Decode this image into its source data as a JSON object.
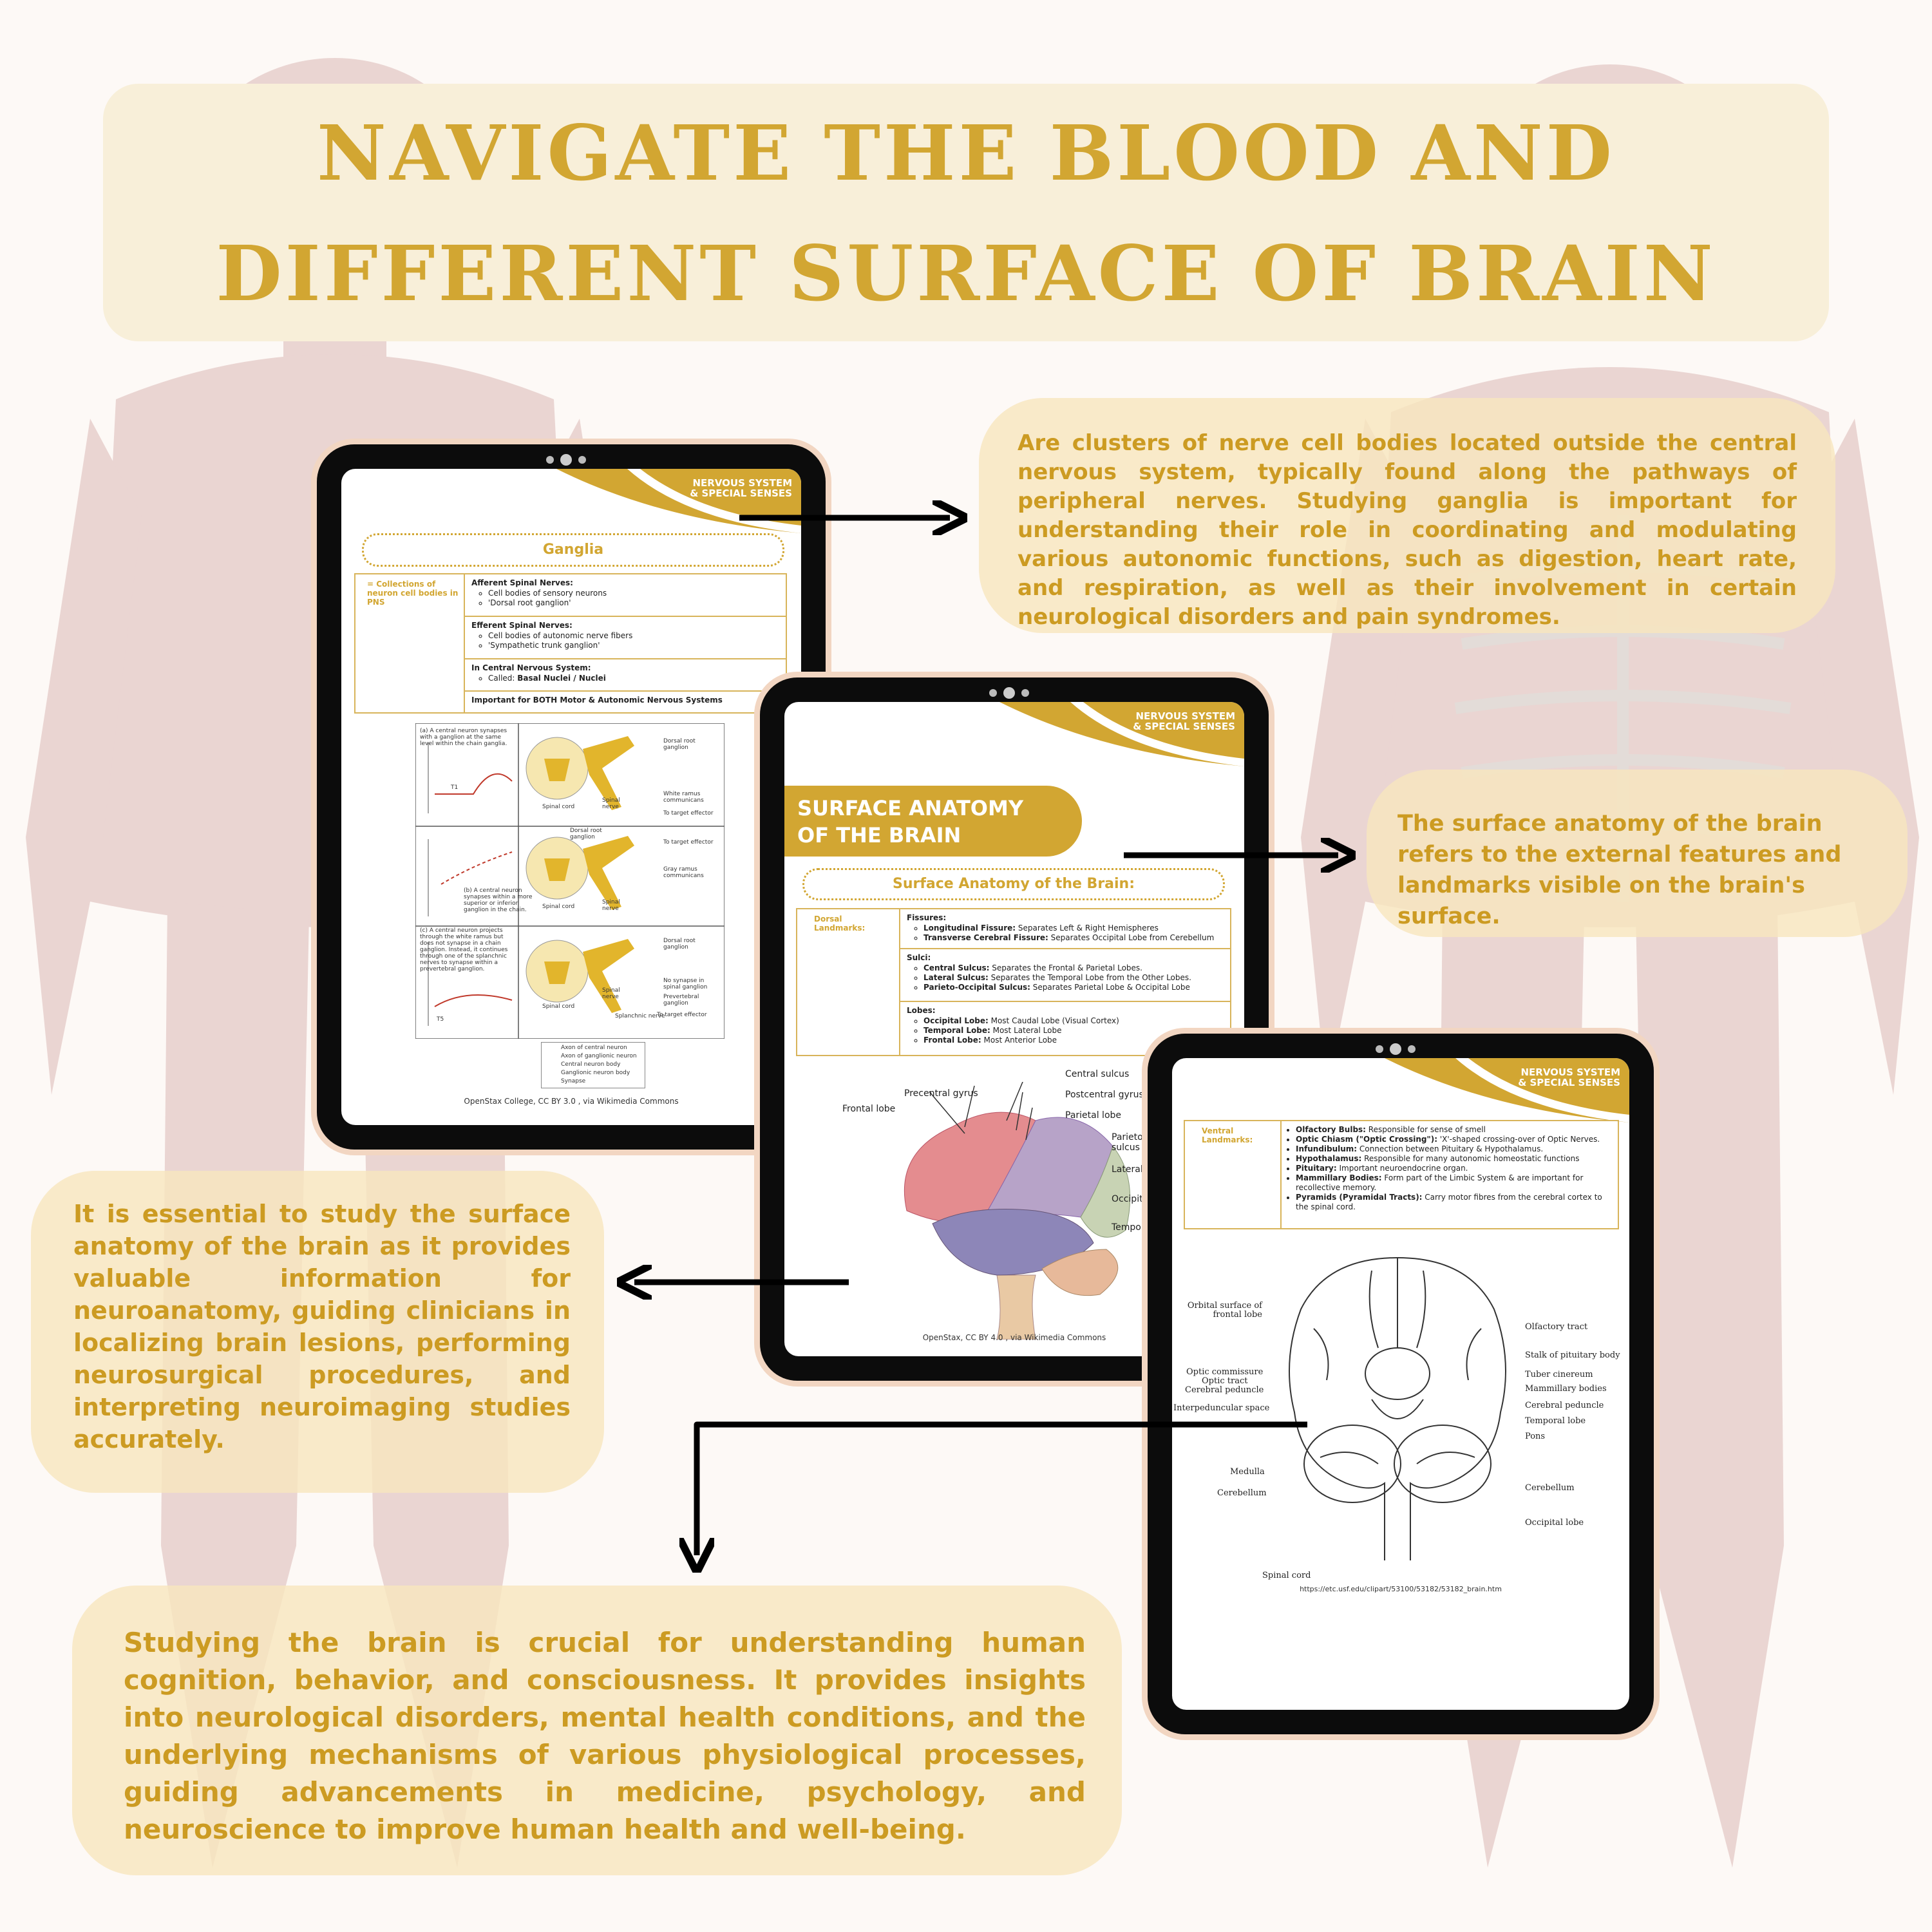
{
  "colors": {
    "gold": "#d2a632",
    "bubble": "#f7e6be",
    "title_bg": "#f8efd9",
    "tablet_frame": "#0c0c0c"
  },
  "title": {
    "line1": "NAVIGATE THE BLOOD AND",
    "line2": "DIFFERENT SURFACE OF BRAIN"
  },
  "bubbles": {
    "ganglia": "Are clusters of nerve cell bodies located outside the central nervous system, typically found along the pathways of peripheral nerves. Studying ganglia is important for understanding their role in coordinating and modulating various autonomic functions, such as digestion, heart rate, and respiration, as well as their involvement in certain neurological disorders and pain syndromes.",
    "surface": "The surface anatomy of the brain refers to the external features and landmarks visible on the brain's surface.",
    "essential": "It is essential to study the surface anatomy of the brain as it provides valuable information for neuroanatomy, guiding clinicians in localizing brain lesions, performing neurosurgical procedures, and interpreting neuroimaging studies accurately.",
    "studying": "Studying the brain is crucial for understanding human cognition, behavior, and consciousness. It provides insights into neurological disorders, mental health conditions, and the underlying mechanisms of various physiological processes, guiding advancements in medicine, psychology, and neuroscience to improve human health and well-being."
  },
  "tablet1": {
    "corner": "NERVOUS SYSTEM\n& SPECIAL SENSES",
    "heading": "Ganglia",
    "left": "= Collections of neuron cell bodies in PNS",
    "row1_title": "Afferent Spinal Nerves:",
    "row1_items": [
      "Cell bodies of sensory neurons",
      "'Dorsal root ganglion'"
    ],
    "row2_title": "Efferent Spinal Nerves:",
    "row2_items": [
      "Cell bodies of autonomic nerve fibers",
      "'Sympathetic trunk ganglion'"
    ],
    "row3_title": "In Central Nervous System:",
    "row3_called": "Called: ",
    "row3_bold": "Basal Nuclei / Nuclei",
    "row4": "Important for BOTH Motor & Autonomic Nervous Systems",
    "diag": {
      "a": "(a) A central neuron synapses with a ganglion at the same level within the chain ganglia.",
      "b": "(b) A central neuron synapses within a more superior or inferior ganglion in the chain.",
      "c": "(c) A central neuron projects through the white ramus but does not synapse in a chain ganglion. Instead, it continues through one of the splanchnic nerves to synapse within a prevertebral ganglion.",
      "dorsal_root": "Dorsal root ganglion",
      "spinal_cord": "Spinal cord",
      "spinal_nerve": "Spinal nerve",
      "white_ramus": "White ramus communicans",
      "to_target": "To target effector",
      "gray_ramus": "Gray ramus communicans",
      "no_synapse": "No synapse in spinal ganglion",
      "prevertebral": "Prevertebral ganglion",
      "splanchnic": "Splanchnic nerve",
      "t1": "T1",
      "t5": "T5",
      "legend": [
        "Axon of central neuron",
        "Axon of ganglionic neuron",
        "Central neuron body",
        "Ganglionic neuron body",
        "Synapse"
      ]
    },
    "credit": "OpenStax College, CC BY 3.0 , via Wikimedia Commons"
  },
  "tablet2": {
    "corner": "NERVOUS SYSTEM\n& SPECIAL SENSES",
    "banner1": "SURFACE ANATOMY",
    "banner2": "OF THE BRAIN",
    "heading": "Surface Anatomy of the Brain:",
    "left": "Dorsal Landmarks:",
    "fissures_title": "Fissures:",
    "fissures": [
      {
        "b": "Longitudinal Fissure:",
        "t": " Separates Left & Right Hemispheres"
      },
      {
        "b": "Transverse Cerebral Fissure:",
        "t": " Separates Occipital Lobe from Cerebellum"
      }
    ],
    "sulci_title": "Sulci:",
    "sulci": [
      {
        "b": "Central Sulcus:",
        "t": " Separates the Frontal & Parietal Lobes."
      },
      {
        "b": "Lateral Sulcus:",
        "t": " Separates the Temporal Lobe from the Other Lobes."
      },
      {
        "b": "Parieto-Occipital Sulcus:",
        "t": " Separates Parietal Lobe & Occipital Lobe"
      }
    ],
    "lobes_title": "Lobes:",
    "lobes": [
      {
        "b": "Occipital Lobe:",
        "t": " Most Caudal Lobe (Visual Cortex)"
      },
      {
        "b": "Temporal Lobe:",
        "t": " Most Lateral Lobe"
      },
      {
        "b": "Frontal Lobe:",
        "t": " Most Anterior Lobe"
      }
    ],
    "labels": {
      "central_sulcus": "Central sulcus",
      "precentral": "Precentral gyrus",
      "postcentral": "Postcentral gyrus",
      "frontal": "Frontal lobe",
      "parietal": "Parietal lobe",
      "parieto": "Parieto",
      "sulcus": "sulcus",
      "lateral": "Lateral",
      "occipital": "Occipit",
      "temporal": "Tempo"
    },
    "credit": "OpenStax, CC BY 4.0 , via Wikimedia Commons"
  },
  "tablet3": {
    "corner": "NERVOUS SYSTEM\n& SPECIAL SENSES",
    "left": "Ventral Landmarks:",
    "items": [
      {
        "b": "Olfactory Bulbs:",
        "t": " Responsible for sense of smell"
      },
      {
        "b": "Optic Chiasm (\"Optic Crossing\"):",
        "t": " 'X'-shaped crossing-over of Optic Nerves."
      },
      {
        "b": "Infundibulum:",
        "t": " Connection between Pituitary & Hypothalamus."
      },
      {
        "b": "Hypothalamus:",
        "t": " Responsible for many autonomic homeostatic functions"
      },
      {
        "b": "Pituitary:",
        "t": " Important neuroendocrine organ."
      },
      {
        "b": "Mammillary Bodies:",
        "t": " Form part of the Limbic System & are important for recollective memory."
      },
      {
        "b": "Pyramids (Pyramidal Tracts):",
        "t": " Carry motor fibres from the cerebral cortex to the spinal cord."
      }
    ],
    "labels_left": [
      "Orbital surface of frontal lobe",
      "Optic commissure",
      "Optic tract",
      "Cerebral peduncle",
      "Interpeduncular space",
      "Medulla",
      "Cerebellum",
      "Spinal cord"
    ],
    "labels_right": [
      "Olfactory tract",
      "Stalk of pituitary body",
      "Tuber cinereum",
      "Mammillary bodies",
      "Cerebral peduncle",
      "Temporal lobe",
      "Pons",
      "Cerebellum",
      "Occipital lobe"
    ],
    "credit": "https://etc.usf.edu/clipart/53100/53182/53182_brain.htm"
  }
}
